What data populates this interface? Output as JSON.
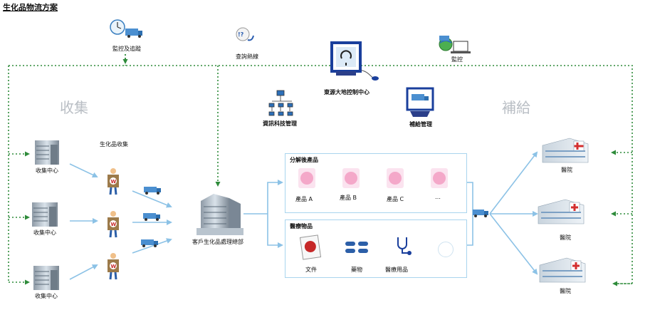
{
  "title": "生化品物流方案",
  "top": {
    "monitor_track": "監控及追蹤",
    "hotline": "查詢熱線",
    "monitor": "監控"
  },
  "center": {
    "control_center": "東源大地控制中心",
    "it_mgmt": "資訊科技管理",
    "supply_mgmt": "補給管理"
  },
  "sections": {
    "collect": "收集",
    "supply": "補給"
  },
  "collection": {
    "label": "生化品收集",
    "centers": [
      "收集中心",
      "收集中心",
      "收集中心"
    ]
  },
  "hq": "客戶生化品處理總部",
  "products": {
    "title": "分解後產品",
    "items": [
      "產品 A",
      "產品 B",
      "產品 C",
      "…"
    ]
  },
  "medical": {
    "title": "醫療物品",
    "items": [
      "文件",
      "藥物",
      "醫療用品"
    ]
  },
  "hospitals": [
    "醫院",
    "醫院",
    "醫院"
  ],
  "colors": {
    "dotted": "#2e8b3a",
    "arrow": "#8cc2e6",
    "box_border": "#a9d5ee"
  }
}
